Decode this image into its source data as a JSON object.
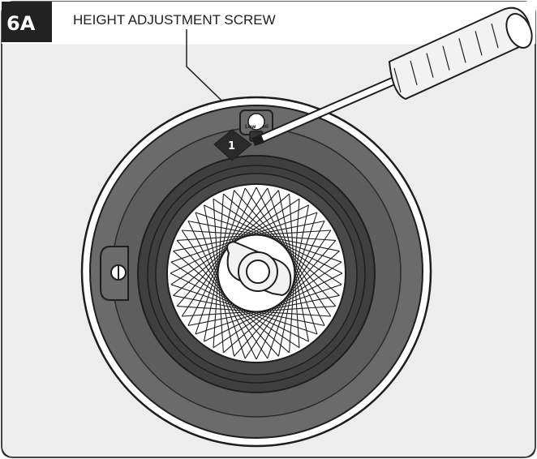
{
  "figure": {
    "step_badge": "6A",
    "callout_label": "HEIGHT ADJUSTMENT  SCREW",
    "step_marker": "1",
    "dial_low_label": "Low",
    "dial_high_label": "Hi"
  },
  "colors": {
    "badge_bg": "#222222",
    "panel_bg": "#ededed",
    "rim_outer": "#6b6b6b",
    "rim_inner": "#3f3f3f",
    "screwdriver_handle": "#f2f2f2",
    "line": "#1e1e1e"
  },
  "icons": {
    "screwdriver": "screwdriver-icon",
    "brush_roll": "brush-roll-icon",
    "side_screw": "side-screw-icon",
    "dial": "height-dial-icon"
  }
}
